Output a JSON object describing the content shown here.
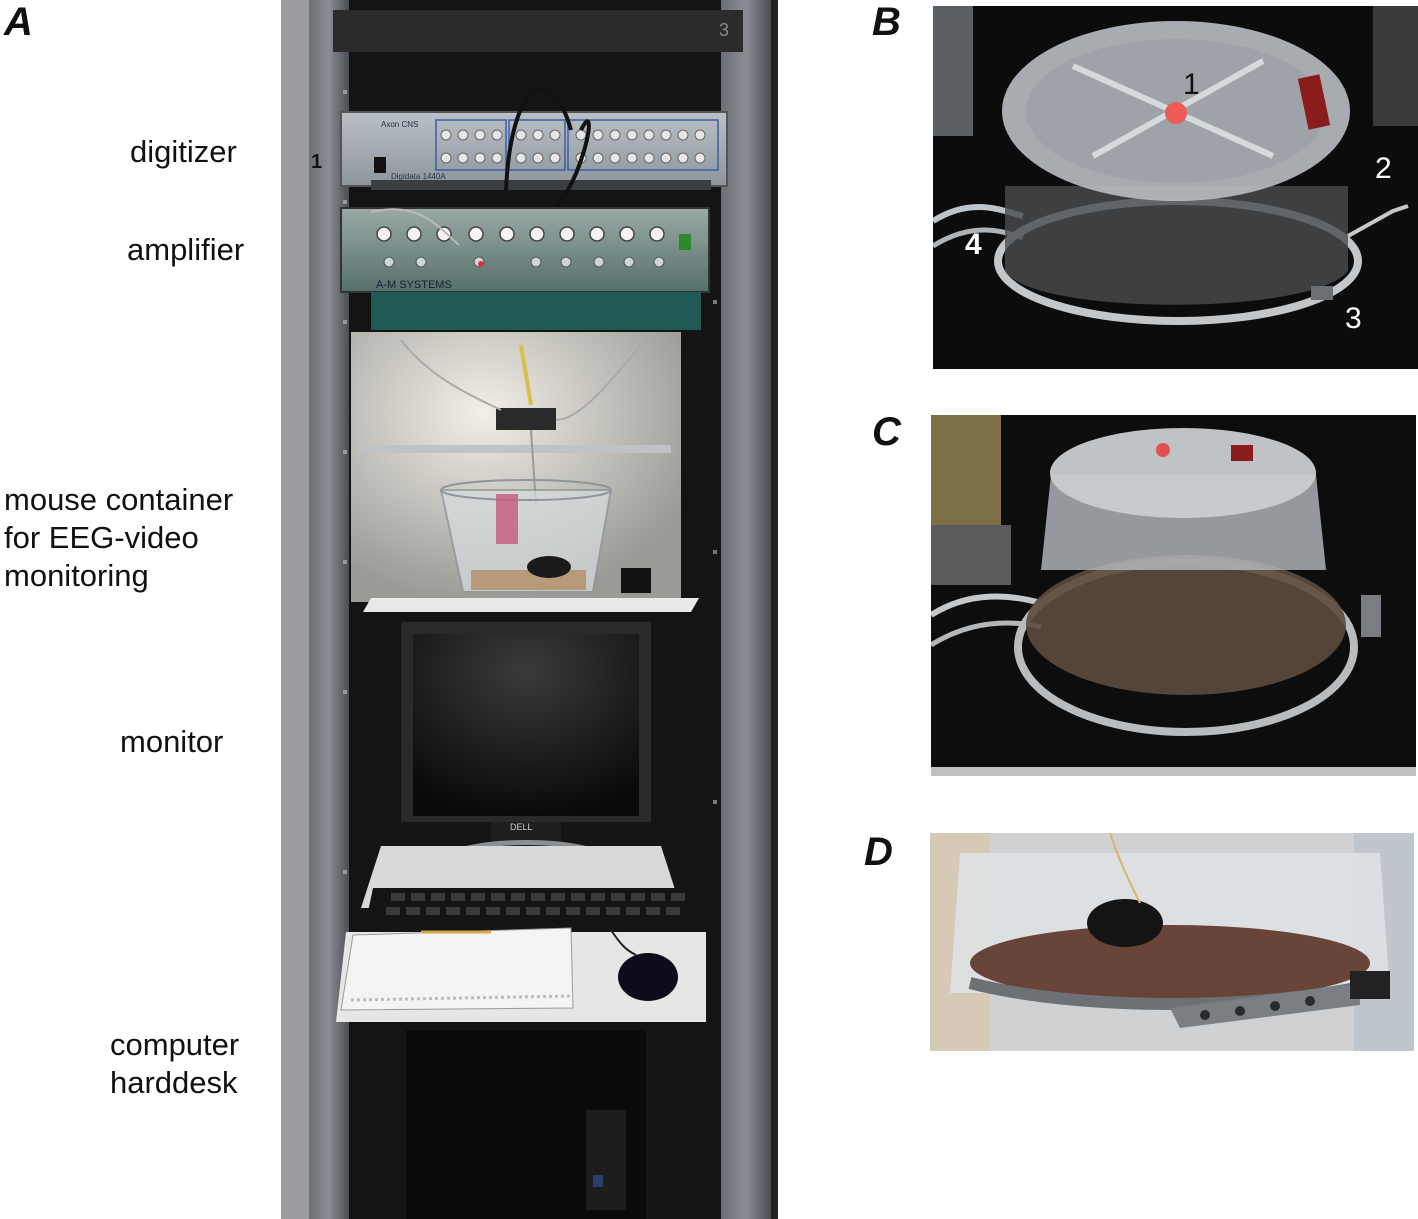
{
  "panels": {
    "a": {
      "letter": "A"
    },
    "b": {
      "letter": "B",
      "markers": [
        "1",
        "2",
        "3",
        "4"
      ]
    },
    "c": {
      "letter": "C"
    },
    "d": {
      "letter": "D"
    }
  },
  "rack": {
    "labels": {
      "digitizer": "digitizer",
      "amplifier": "amplifier",
      "mouse_container": "mouse container\nfor EEG-video\nmonitoring",
      "monitor": "monitor",
      "computer": "computer\nharddesk"
    },
    "unit_number": "3",
    "shelf_marker": "1",
    "device_text": {
      "digitizer_brand": "Axon CNS",
      "digitizer_model": "Digidata 1440A",
      "amplifier_brand": "A-M SYSTEMS",
      "monitor_brand": "DELL"
    }
  },
  "colors": {
    "rack_frame": "#1a1a1a",
    "rack_post": "#5e6166",
    "panel_bg_dark": "#0d0d0d",
    "lid_plastic": "#c9cdd2"
  }
}
